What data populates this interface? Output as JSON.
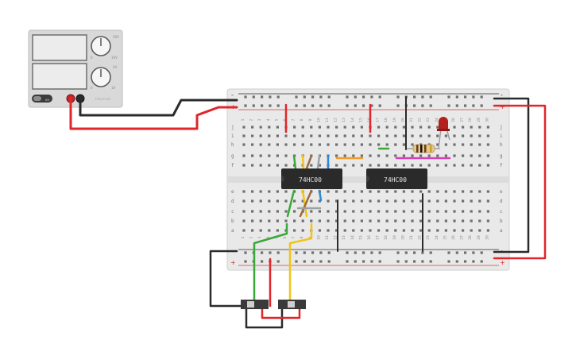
{
  "power_supply": {
    "knob_top_scale": [
      "20V",
      "0",
      "10V"
    ],
    "knob_bottom_scale": [
      "2A",
      "0",
      "1A"
    ],
    "switch_label": "on",
    "brand_label": "tinkercad"
  },
  "breadboard": {
    "row_letters_top": [
      "j",
      "i",
      "h",
      "g",
      "f"
    ],
    "row_letters_bottom": [
      "e",
      "d",
      "c",
      "b",
      "a"
    ],
    "column_count": 30,
    "rail_plus": "+",
    "rail_minus": "-"
  },
  "chips": [
    {
      "label": "74HC00"
    },
    {
      "label": "74HC00"
    }
  ],
  "colors": {
    "board": "#e9e9e9",
    "wire_red": "#e0262b",
    "wire_black": "#2b2b2b",
    "wire_green": "#3aa83a",
    "wire_yellow": "#f0c419",
    "wire_orange": "#f39c27",
    "wire_magenta": "#d63fb6",
    "wire_blue": "#2e88d8",
    "wire_brown": "#9a6a3a",
    "wire_gray": "#9aa1a6",
    "led": "#b3201d",
    "chip": "#2a2a2a"
  }
}
